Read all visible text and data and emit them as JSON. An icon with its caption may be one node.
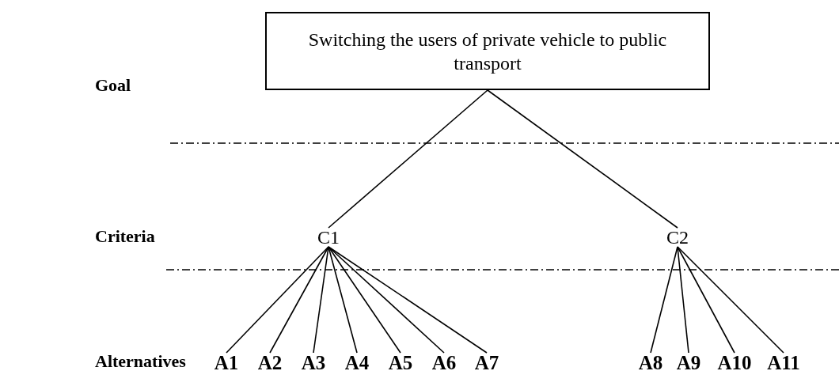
{
  "diagram": {
    "nodes": [
      {
        "text": [
          "Switching the users of private vehicle to public transport"
        ]
      },
      {
        "text": [
          "C1"
        ]
      },
      {
        "text": [
          "C2"
        ]
      },
      {
        "text": [
          "A1"
        ]
      },
      {
        "text": [
          "A2"
        ]
      },
      {
        "text": [
          "A3"
        ]
      },
      {
        "text": [
          "A4"
        ]
      },
      {
        "text": [
          "A5"
        ]
      },
      {
        "text": [
          "A6"
        ]
      },
      {
        "text": [
          "A7"
        ]
      },
      {
        "text": [
          "A8"
        ]
      },
      {
        "text": [
          "A9"
        ]
      },
      {
        "text": [
          "A10"
        ]
      },
      {
        "text": [
          "A11"
        ]
      }
    ],
    "edges": [
      {
        "from": 0,
        "to": 1,
        "arrow": "none"
      },
      {
        "from": 0,
        "to": 2,
        "arrow": "none"
      },
      {
        "from": 1,
        "to": 3,
        "arrow": "none"
      },
      {
        "from": 1,
        "to": 4,
        "arrow": "none"
      },
      {
        "from": 1,
        "to": 5,
        "arrow": "none"
      },
      {
        "from": 1,
        "to": 6,
        "arrow": "none"
      },
      {
        "from": 1,
        "to": 7,
        "arrow": "none"
      },
      {
        "from": 1,
        "to": 8,
        "arrow": "none"
      },
      {
        "from": 1,
        "to": 9,
        "arrow": "none"
      },
      {
        "from": 2,
        "to": 10,
        "arrow": "none"
      },
      {
        "from": 2,
        "to": 11,
        "arrow": "none"
      },
      {
        "from": 2,
        "to": 12,
        "arrow": "none"
      },
      {
        "from": 2,
        "to": 13,
        "arrow": "none"
      }
    ],
    "labels": [
      "Goal",
      "Criteria",
      "Alternatives"
    ]
  }
}
